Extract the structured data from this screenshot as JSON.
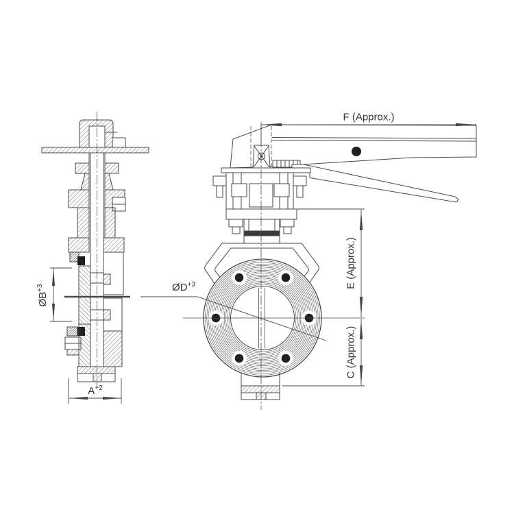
{
  "title": "Butterfly valve dimensional drawing",
  "colors": {
    "line": "#474747",
    "text": "#333333",
    "fill": "#ffffff",
    "hole": "#1f1f1f"
  },
  "views": {
    "side": {
      "name": "side sectional view"
    },
    "front": {
      "name": "front view with locking lever"
    }
  },
  "front_view": {
    "bolt_hole_count": 6,
    "ring_count": 16
  },
  "dimensions": {
    "f": {
      "label": "F (Approx.)"
    },
    "e": {
      "label": "E (Approx.)"
    },
    "c": {
      "label": "C (Approx.)"
    },
    "a": {
      "base": "A",
      "tolerance": "+2"
    },
    "b": {
      "base": "ØB",
      "tolerance": "+3"
    },
    "d": {
      "base": "ØD",
      "tolerance": "+3"
    }
  }
}
